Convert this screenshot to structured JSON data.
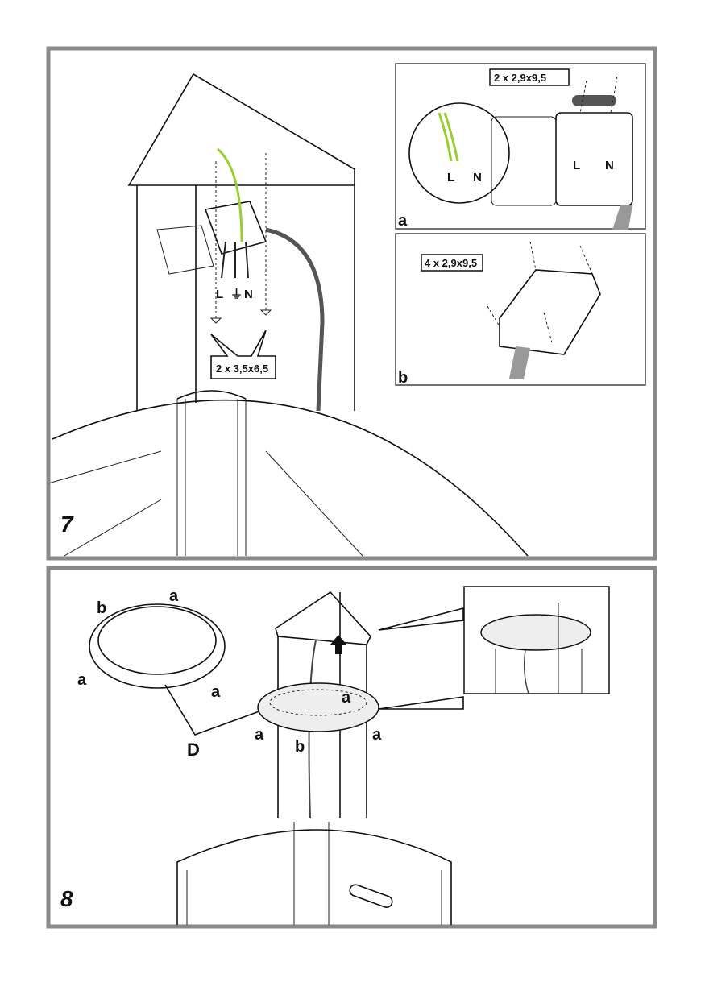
{
  "figure7": {
    "number": "7",
    "screw_callout": "2 x 3,5x6,5",
    "wire_labels": {
      "live": "L",
      "earth": "⏚",
      "neutral": "N"
    },
    "inset_a": {
      "label": "a",
      "screw_callout": "2 x 2,9x9,5",
      "terminal_live": "L",
      "terminal_neutral": "N"
    },
    "inset_b": {
      "label": "b",
      "screw_callout": "4 x 2,9x9,5"
    }
  },
  "figure8": {
    "number": "8",
    "ring_labels": [
      "b",
      "a",
      "a",
      "a"
    ],
    "part_label": "D",
    "flange_labels": [
      "a",
      "a",
      "a",
      "b"
    ]
  },
  "colors": {
    "frame": "#8a8a8a",
    "earth_wire": "#9acd32",
    "cable": "#999999",
    "flange_fill": "#eeeeee"
  }
}
